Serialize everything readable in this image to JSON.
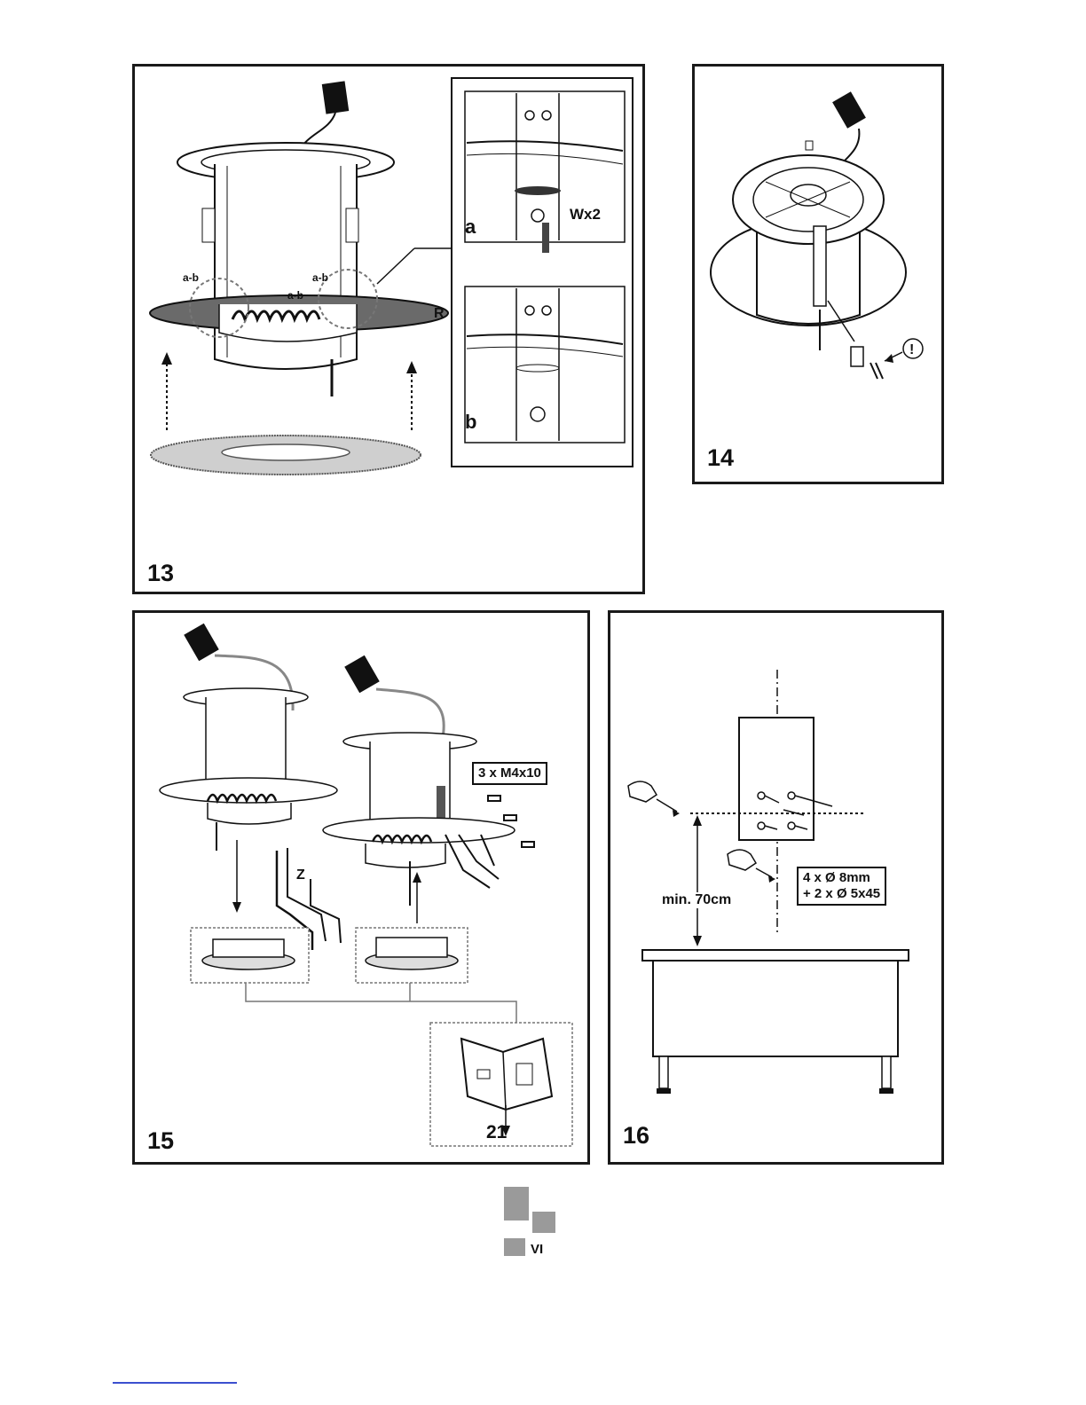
{
  "panels": {
    "p13": {
      "number": "13",
      "labels": {
        "ab1": "a-b",
        "ab2": "a-b",
        "ab3": "a-b",
        "R": "R",
        "a": "a",
        "b": "b",
        "wx2": "Wx2"
      }
    },
    "p14": {
      "number": "14",
      "warning": "!"
    },
    "p15": {
      "number": "15",
      "screws": "3 x M4x10",
      "z": "Z",
      "page_ref": "21"
    },
    "p16": {
      "number": "16",
      "min_height": "min. 70cm",
      "fixings_line1": "4 x Ø 8mm",
      "fixings_line2": "+ 2 x Ø 5x45"
    }
  },
  "footer": {
    "page_label": "VI"
  }
}
